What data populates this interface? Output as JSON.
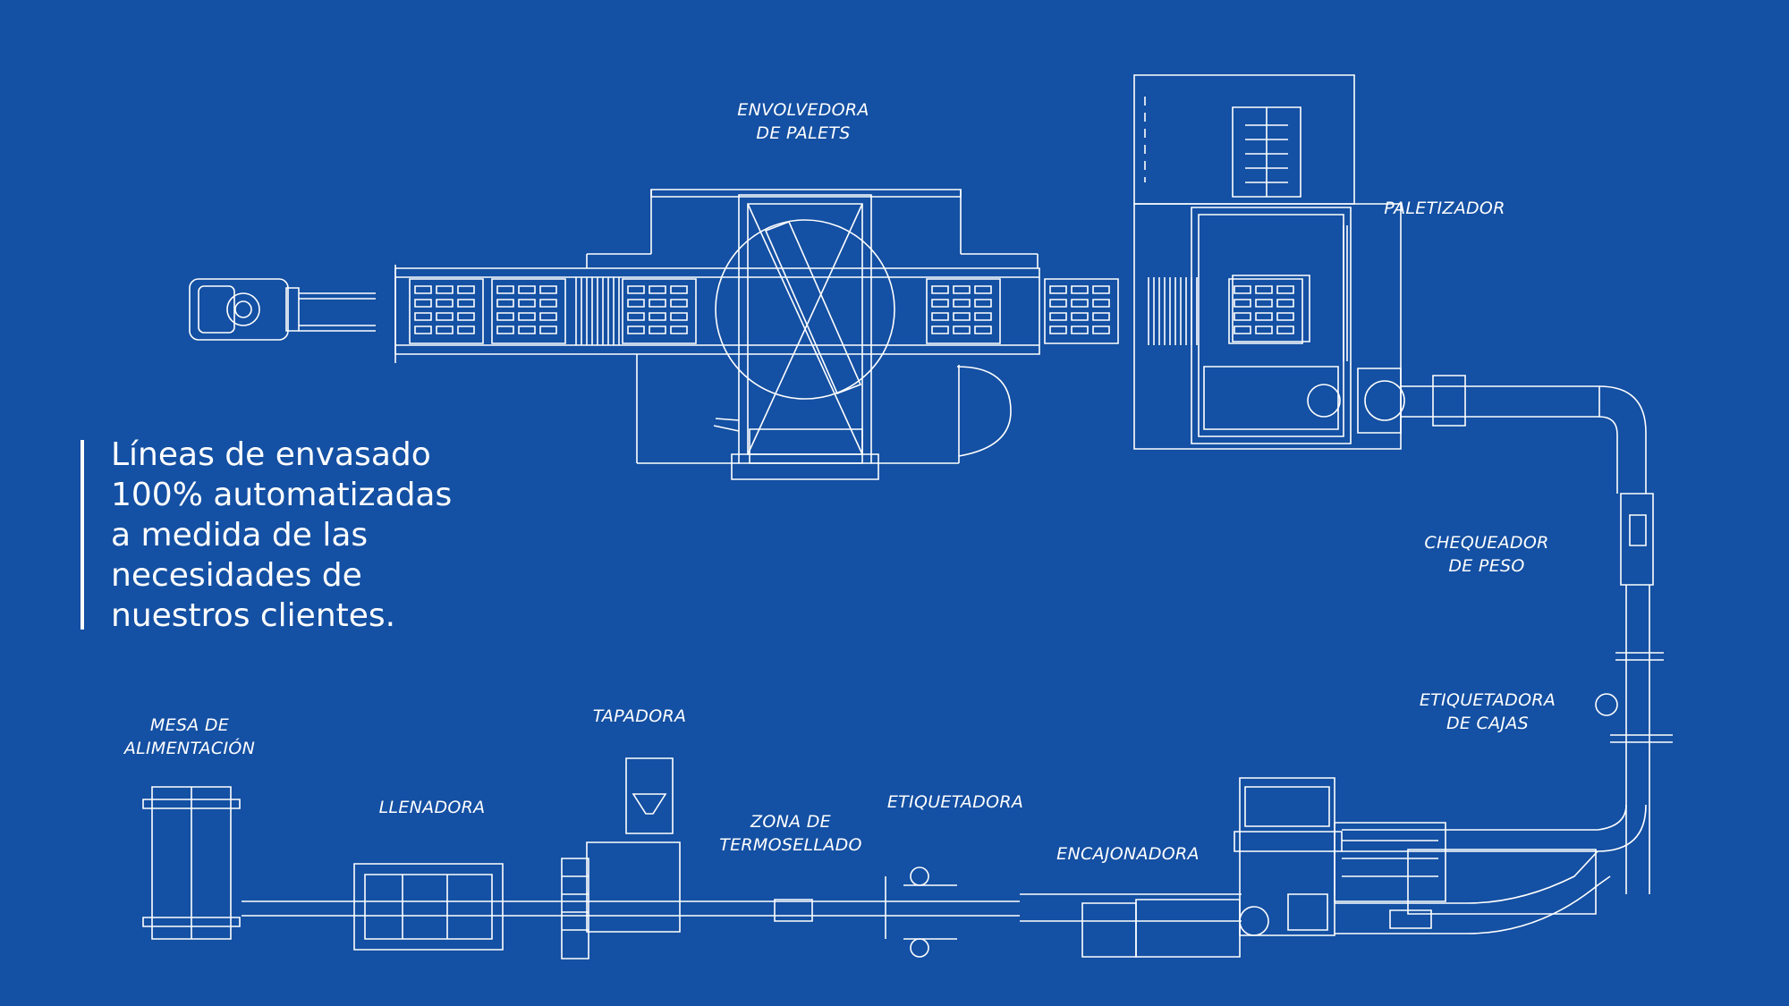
{
  "headline": {
    "lines": [
      "Líneas de envasado",
      "100% automatizadas",
      "a medida de las",
      "necesidades de",
      "nuestros clientes."
    ]
  },
  "labels": {
    "envolvedora": [
      "ENVOLVEDORA",
      "DE PALETS"
    ],
    "paletizador": [
      "PALETIZADOR"
    ],
    "chequeador": [
      "CHEQUEADOR",
      "DE PESO"
    ],
    "etiquetadora_cajas": [
      "ETIQUETADORA",
      "DE CAJAS"
    ],
    "mesa": [
      "MESA DE",
      "ALIMENTACIÓN"
    ],
    "tapadora": [
      "TAPADORA"
    ],
    "llenadora": [
      "LLENADORA"
    ],
    "zona": [
      "ZONA DE",
      "TERMOSELLADO"
    ],
    "etiquetadora": [
      "ETIQUETADORA"
    ],
    "encajonadora": [
      "ENCAJONADORA"
    ]
  },
  "colors": {
    "background": "#1450a3",
    "line": "#ffffff"
  }
}
